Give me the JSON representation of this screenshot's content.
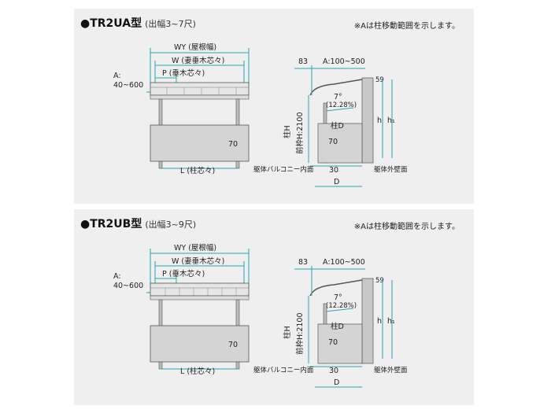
{
  "diagrams": [
    {
      "bullet": "●",
      "model": "TR2UA型",
      "range": "(出幅3~7尺)",
      "note": "※Aは柱移動範囲を示します。",
      "front": {
        "wy": "WY (屋根幅)",
        "w": "W (妻垂木芯々)",
        "p": "P (垂木芯々)",
        "a_label": "A:",
        "a_range": "40~600",
        "seventy": "70",
        "l": "L (柱芯々)"
      },
      "side": {
        "eightythree": "83",
        "a_range": "A:100~500",
        "angle": "7°",
        "percent": "(12.28%)",
        "fifty_nine": "59",
        "h": "h",
        "h1": "h₁",
        "post_h": "柱H",
        "front_frame": "前枠H:2100",
        "post_d": "柱D",
        "seventy": "70",
        "thirty": "30",
        "d": "D",
        "balcony": "躯体バルコニー内面",
        "wall": "躯体外壁面"
      }
    },
    {
      "bullet": "●",
      "model": "TR2UB型",
      "range": "(出幅3~9尺)",
      "note": "※Aは柱移動範囲を示します。",
      "front": {
        "wy": "WY (屋根幅)",
        "w": "W (妻垂木芯々)",
        "p": "P (垂木芯々)",
        "a_label": "A:",
        "a_range": "40~600",
        "seventy": "70",
        "l": "L (柱芯々)"
      },
      "side": {
        "eightythree": "83",
        "a_range": "A:100~500",
        "angle": "7°",
        "percent": "(12.28%)",
        "fifty_nine": "59",
        "h": "h",
        "h1": "h₁",
        "post_h": "柱H",
        "front_frame": "前枠H:2100",
        "post_d": "柱D",
        "seventy": "70",
        "thirty": "30",
        "d": "D",
        "balcony": "躯体バルコニー内面",
        "wall": "躯体外壁面"
      }
    }
  ],
  "colors": {
    "panel": "#efefef",
    "dimension": "#2aa6b5",
    "line": "#555555",
    "wall": "#c8c8c8"
  }
}
